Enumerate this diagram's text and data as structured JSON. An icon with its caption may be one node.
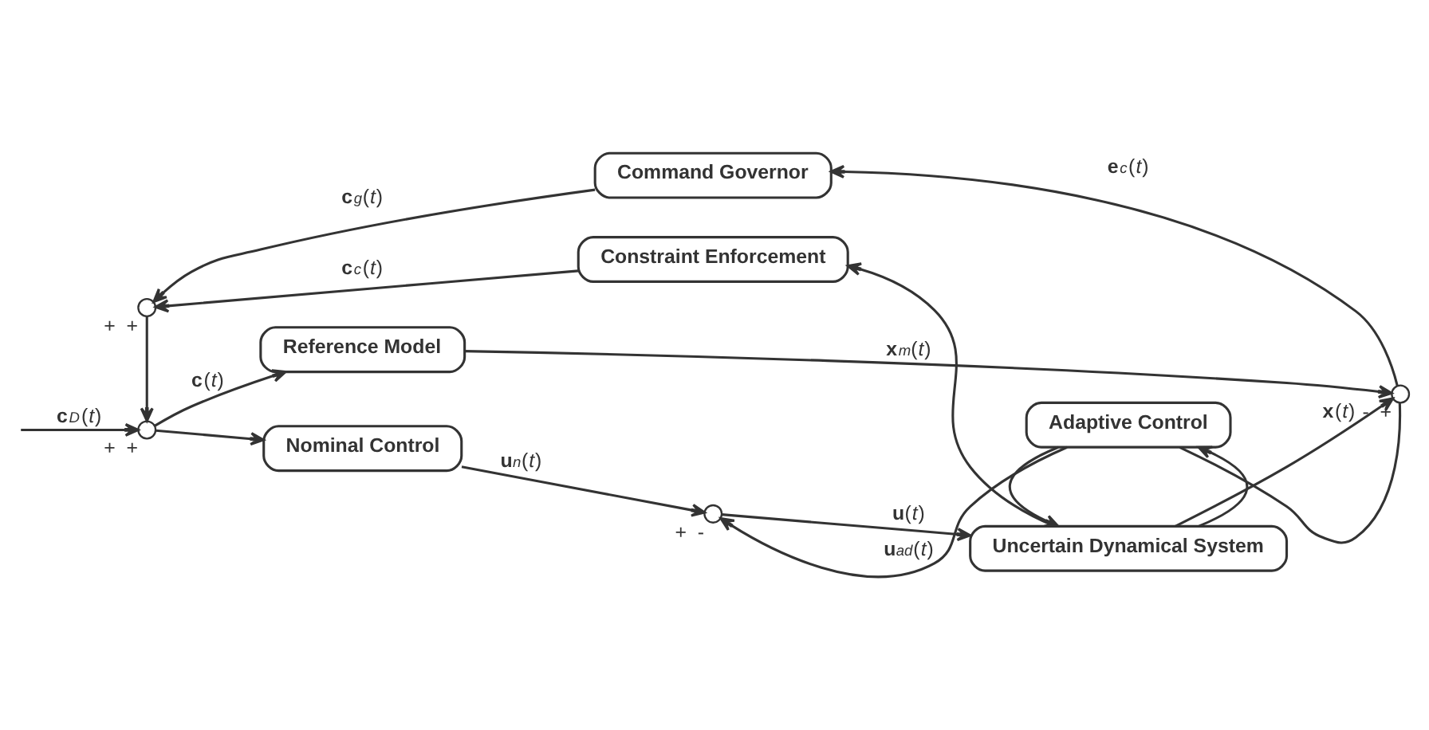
{
  "diagram": {
    "nodes": [
      {
        "text": [],
        "shape": "circle",
        "beside": [
          "+",
          "+"
        ]
      },
      {
        "text": [
          "Reference Model"
        ]
      },
      {
        "text": [
          "Nominal Control"
        ]
      },
      {
        "text": [],
        "shape": "circle",
        "beside": [
          "+",
          "-"
        ]
      },
      {
        "text": [
          "Uncertain Dynamical System"
        ]
      },
      {
        "text": [],
        "shape": "circle",
        "beside": [
          "-",
          "+"
        ]
      },
      {
        "text": [
          "Adaptive Control"
        ]
      },
      {
        "text": [],
        "shape": "circle",
        "beside": [
          "+",
          "+"
        ]
      },
      {
        "text": [
          "Command Governor"
        ]
      },
      {
        "text": [
          "Constraint Enforcement"
        ]
      }
    ],
    "edges": [
      {
        "from": null,
        "to": 0,
        "arrow": "to",
        "label": "**c**$_{D}$(*t*)"
      },
      {
        "from": 0,
        "to": 1,
        "arrow": "to",
        "label": "**c**(*t*)"
      },
      {
        "from": 0,
        "to": 2,
        "arrow": "to"
      },
      {
        "from": 1,
        "to": 5,
        "arrow": "to",
        "label": "**x**$_{m}$(*t*)"
      },
      {
        "from": 2,
        "to": 3,
        "arrow": "to",
        "label": "**u**$_{n}$(*t*)"
      },
      {
        "from": 3,
        "to": 4,
        "arrow": "to",
        "label": "**u**(*t*)"
      },
      {
        "from": 4,
        "to": 5,
        "arrow": "to",
        "label": "**x**(*t*)"
      },
      {
        "from": 4,
        "to": 6,
        "arrow": "to"
      },
      {
        "from": 4,
        "to": 9,
        "arrow": "to"
      },
      {
        "from": 6,
        "to": 3,
        "arrow": "to",
        "label": "**u**$_{ad}$(*t*)"
      },
      {
        "from": 6,
        "to": 4,
        "arrow": "to"
      },
      {
        "from": 5,
        "to": 6,
        "arrow": "none"
      },
      {
        "from": 5,
        "to": 8,
        "arrow": "to",
        "label": "**e**$_{c}$(*t*)"
      },
      {
        "from": 8,
        "to": 7,
        "arrow": "to",
        "label": "**c**$_{g}$(*t*)"
      },
      {
        "from": 9,
        "to": 7,
        "arrow": "to",
        "label": "**c**$_{c}$(*t*)"
      },
      {
        "from": 7,
        "to": 0,
        "arrow": "to"
      }
    ]
  }
}
